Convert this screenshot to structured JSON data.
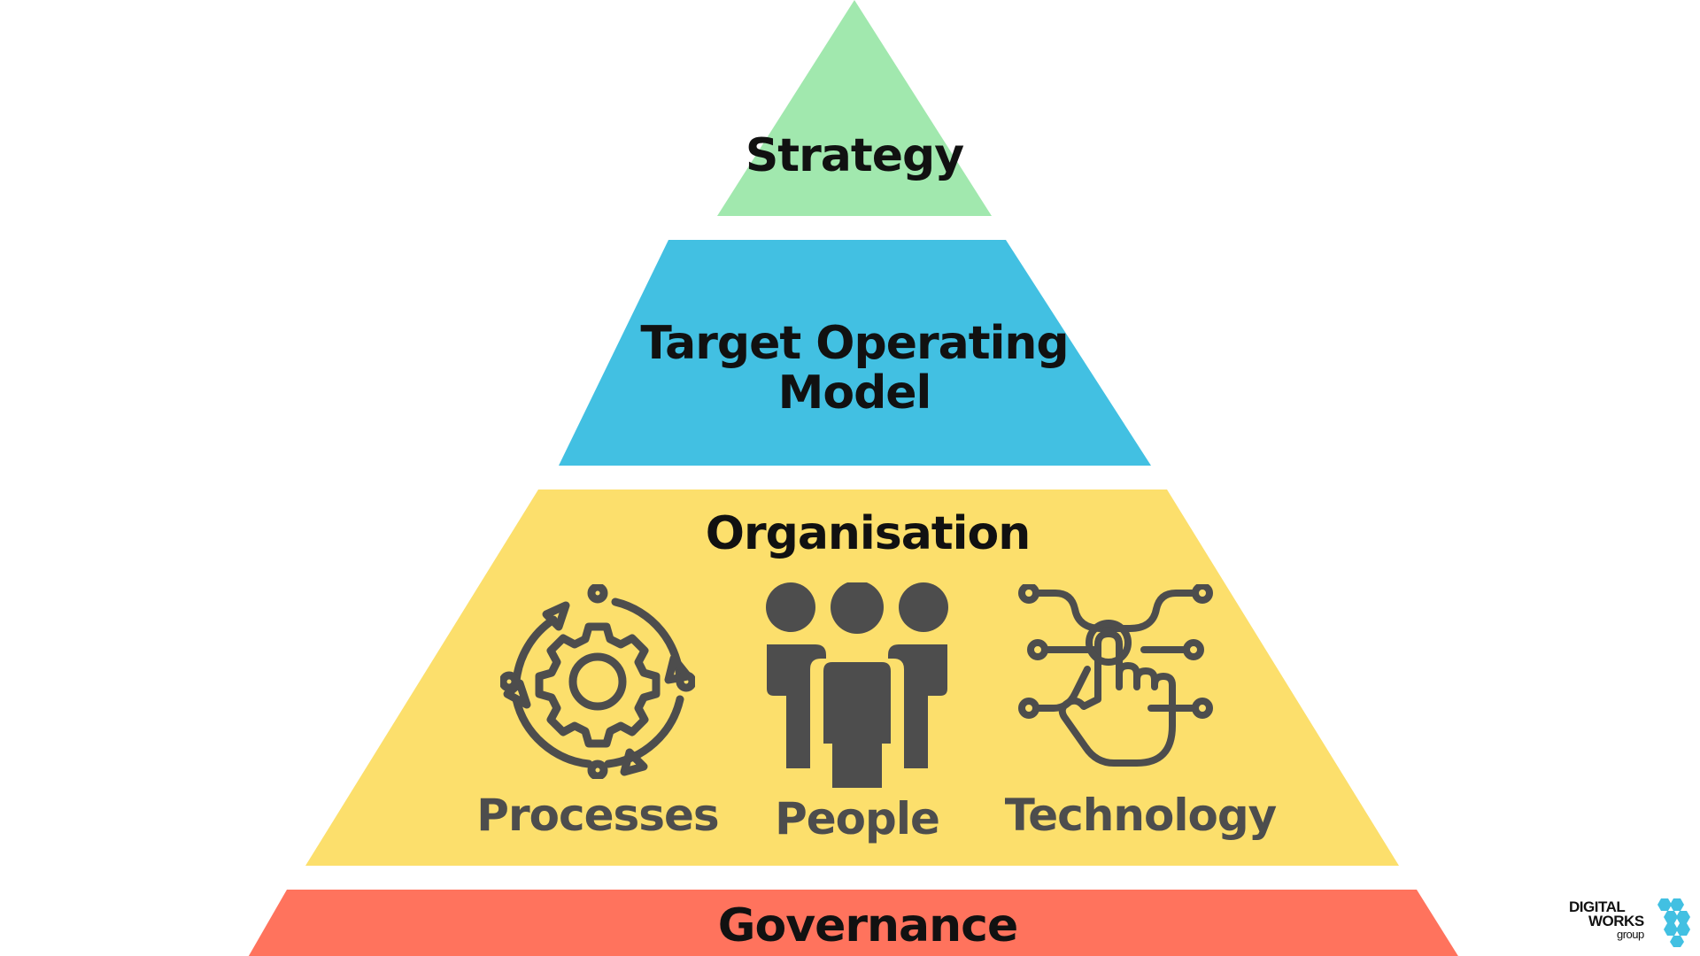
{
  "pyramid": {
    "tiers": [
      {
        "label": "Strategy",
        "color": "#a1e8ae"
      },
      {
        "label": "Target Operating Model",
        "color": "#42c0e2"
      },
      {
        "label": "Organisation",
        "color": "#fcdf6c"
      },
      {
        "label": "Governance",
        "color": "#ff735d"
      }
    ],
    "organisation_items": [
      {
        "label": "Processes",
        "icon": "process-cycle-gear-icon"
      },
      {
        "label": "People",
        "icon": "people-group-icon"
      },
      {
        "label": "Technology",
        "icon": "touch-technology-icon"
      }
    ],
    "icon_color": "#4d4d4d"
  },
  "logo": {
    "line1": "DIGITAL",
    "line2": "WORKS",
    "line3": "group",
    "hex_color": "#42c0e2"
  }
}
